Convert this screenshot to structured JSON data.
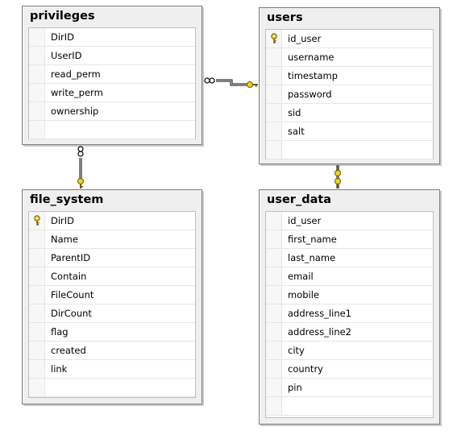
{
  "tables": {
    "privileges": {
      "title": "privileges",
      "columns": [
        {
          "name": "DirID"
        },
        {
          "name": "UserID"
        },
        {
          "name": "read_perm"
        },
        {
          "name": "write_perm"
        },
        {
          "name": "ownership"
        }
      ]
    },
    "users": {
      "title": "users",
      "columns": [
        {
          "name": "id_user",
          "primary_key": true
        },
        {
          "name": "username"
        },
        {
          "name": "timestamp"
        },
        {
          "name": "password"
        },
        {
          "name": "sid"
        },
        {
          "name": "salt"
        }
      ]
    },
    "file_system": {
      "title": "file_system",
      "columns": [
        {
          "name": "DirID",
          "primary_key": true
        },
        {
          "name": "Name"
        },
        {
          "name": "ParentID"
        },
        {
          "name": "Contain"
        },
        {
          "name": "FileCount"
        },
        {
          "name": "DirCount"
        },
        {
          "name": "flag"
        },
        {
          "name": "created"
        },
        {
          "name": "link"
        }
      ]
    },
    "user_data": {
      "title": "user_data",
      "columns": [
        {
          "name": "id_user"
        },
        {
          "name": "first_name"
        },
        {
          "name": "last_name"
        },
        {
          "name": "email"
        },
        {
          "name": "mobile"
        },
        {
          "name": "address_line1"
        },
        {
          "name": "address_line2"
        },
        {
          "name": "city"
        },
        {
          "name": "country"
        },
        {
          "name": "pin"
        }
      ]
    }
  },
  "relationships": [
    {
      "from": "privileges",
      "to": "users",
      "from_end": "many",
      "to_end": "one"
    },
    {
      "from": "privileges",
      "to": "file_system",
      "from_end": "many",
      "to_end": "one"
    },
    {
      "from": "user_data",
      "to": "users",
      "from_end": "one",
      "to_end": "one"
    }
  ],
  "colors": {
    "key_icon": "#f2d21b",
    "key_outline": "#6b5a00",
    "connector": "#000000"
  },
  "icons": {
    "primary_key": "key-icon",
    "many_end": "infinity-icon",
    "one_end": "key-icon"
  }
}
